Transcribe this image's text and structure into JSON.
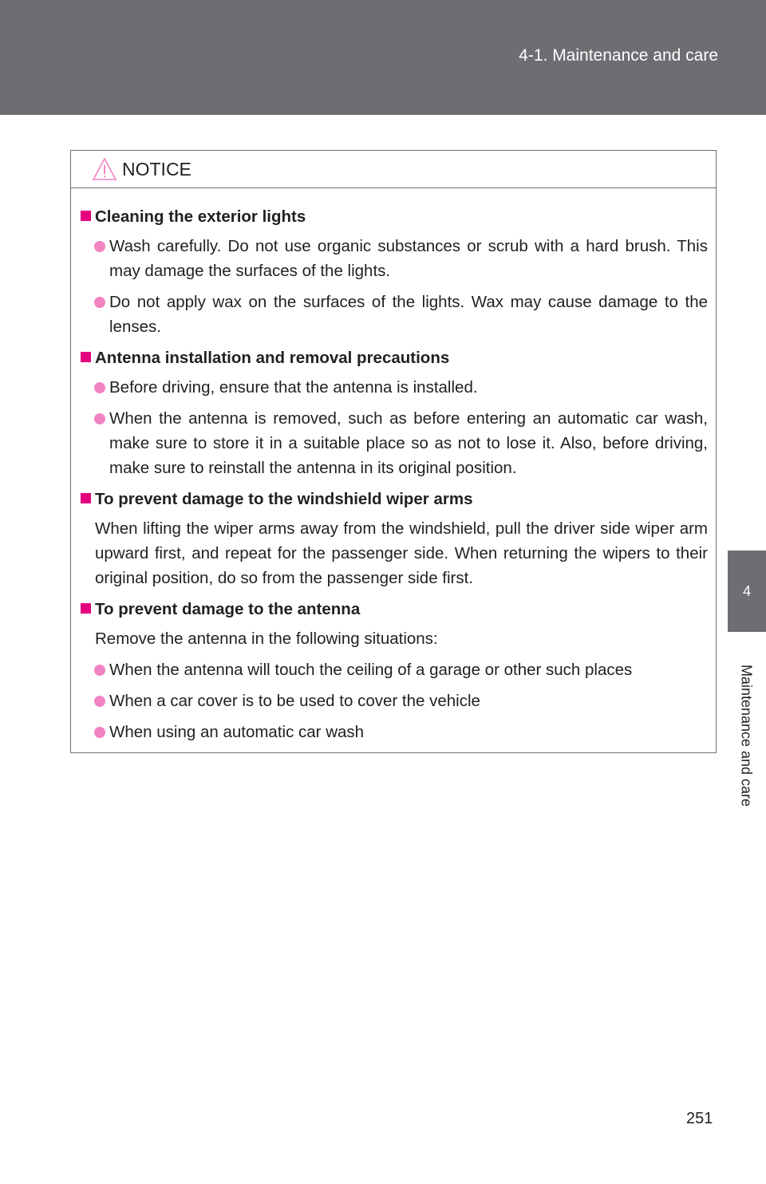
{
  "header": {
    "title": "4-1. Maintenance and care"
  },
  "side_tab": {
    "number": "4",
    "label": "Maintenance and care"
  },
  "notice": {
    "title": "NOTICE",
    "sections": [
      {
        "heading": "Cleaning the exterior lights",
        "bullets": [
          "Wash carefully. Do not use organic substances or scrub with a hard brush. This may damage the surfaces of the lights.",
          "Do not apply wax on the surfaces of the lights. Wax may cause damage to the lenses."
        ]
      },
      {
        "heading": "Antenna installation and removal precautions",
        "bullets": [
          "Before driving, ensure that the antenna is installed.",
          "When the antenna is removed, such as before entering an automatic car wash, make sure to store it in a suitable place so as not to lose it. Also, before driving, make sure to reinstall the antenna in its original position."
        ]
      },
      {
        "heading": "To prevent damage to the windshield wiper arms",
        "paragraph": "When lifting the wiper arms away from the windshield, pull the driver side wiper arm upward first, and repeat for the passenger side. When returning the wipers to their original position, do so from the passenger side first."
      },
      {
        "heading": "To prevent damage to the antenna",
        "paragraph": "Remove the antenna in the following situations:",
        "bullets": [
          "When the antenna will touch the ceiling of a garage or other such places",
          "When a car cover is to be used to cover the vehicle",
          "When using an automatic car wash"
        ]
      }
    ]
  },
  "page_number": "251",
  "colors": {
    "header_gray": "#6d6e71",
    "heading_square": "#e4007f",
    "bullet_dot": "#f283c3"
  },
  "icons": {
    "notice": "warning-triangle-icon"
  }
}
